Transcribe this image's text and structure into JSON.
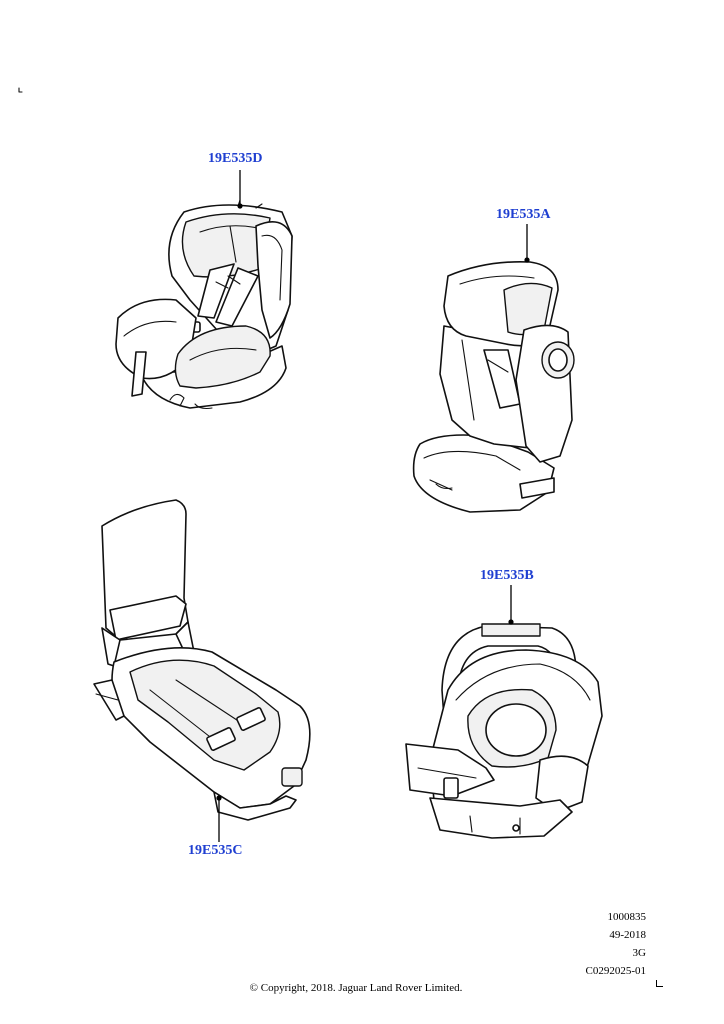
{
  "parts": [
    {
      "id": "19E535D"
    },
    {
      "id": "19E535A"
    },
    {
      "id": "19E535C"
    },
    {
      "id": "19E535B"
    }
  ],
  "meta": {
    "ref": "1000835",
    "date": "49-2018",
    "rev": "3G",
    "code": "C0292025-01"
  },
  "copyright": "© Copyright, 2018. Jaguar Land Rover Limited.",
  "colors": {
    "label": "#1f3fd1",
    "line": "#111111"
  }
}
